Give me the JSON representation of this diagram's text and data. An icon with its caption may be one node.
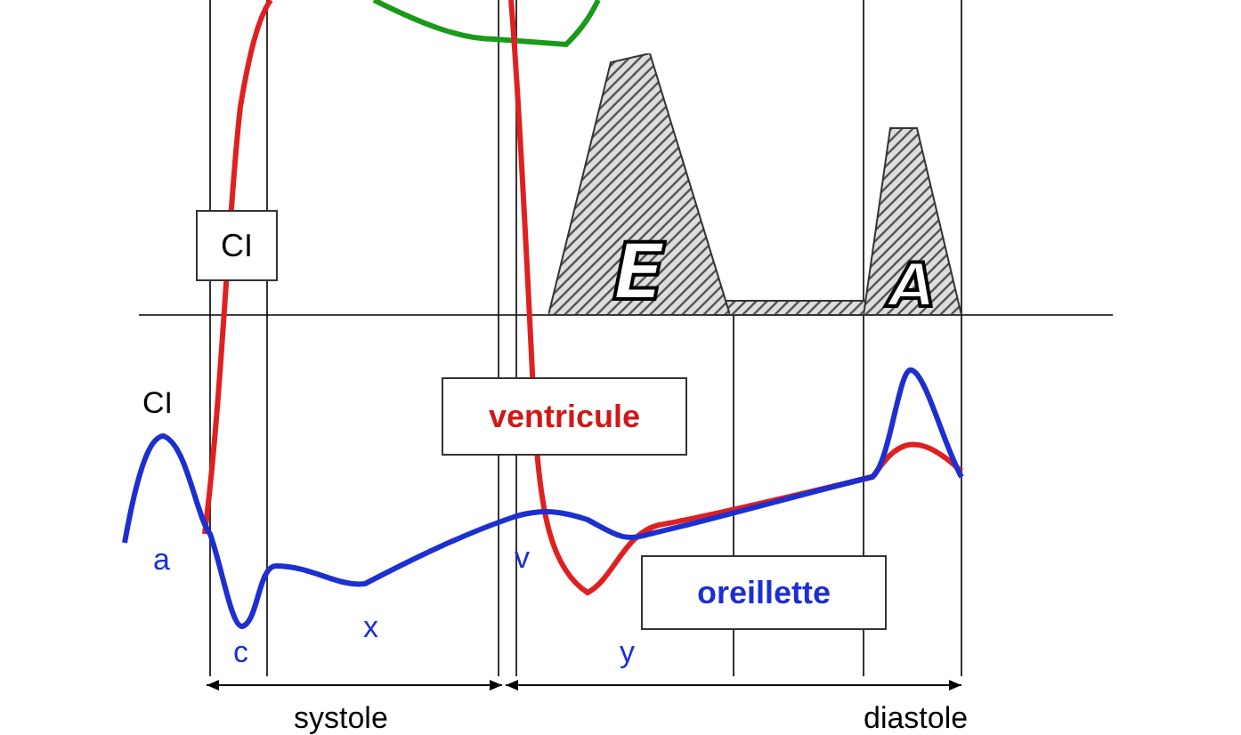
{
  "diagram": {
    "nodes": [
      {
        "text": [
          "CI"
        ]
      },
      {
        "text": [
          "E"
        ]
      },
      {
        "text": [
          "A"
        ]
      },
      {
        "text": [
          "ventricule"
        ]
      },
      {
        "text": [
          "oreillette"
        ]
      }
    ],
    "edges": [],
    "labels": [
      "CI",
      "a",
      "v",
      "c",
      "x",
      "y",
      "systole",
      "diastole"
    ]
  }
}
